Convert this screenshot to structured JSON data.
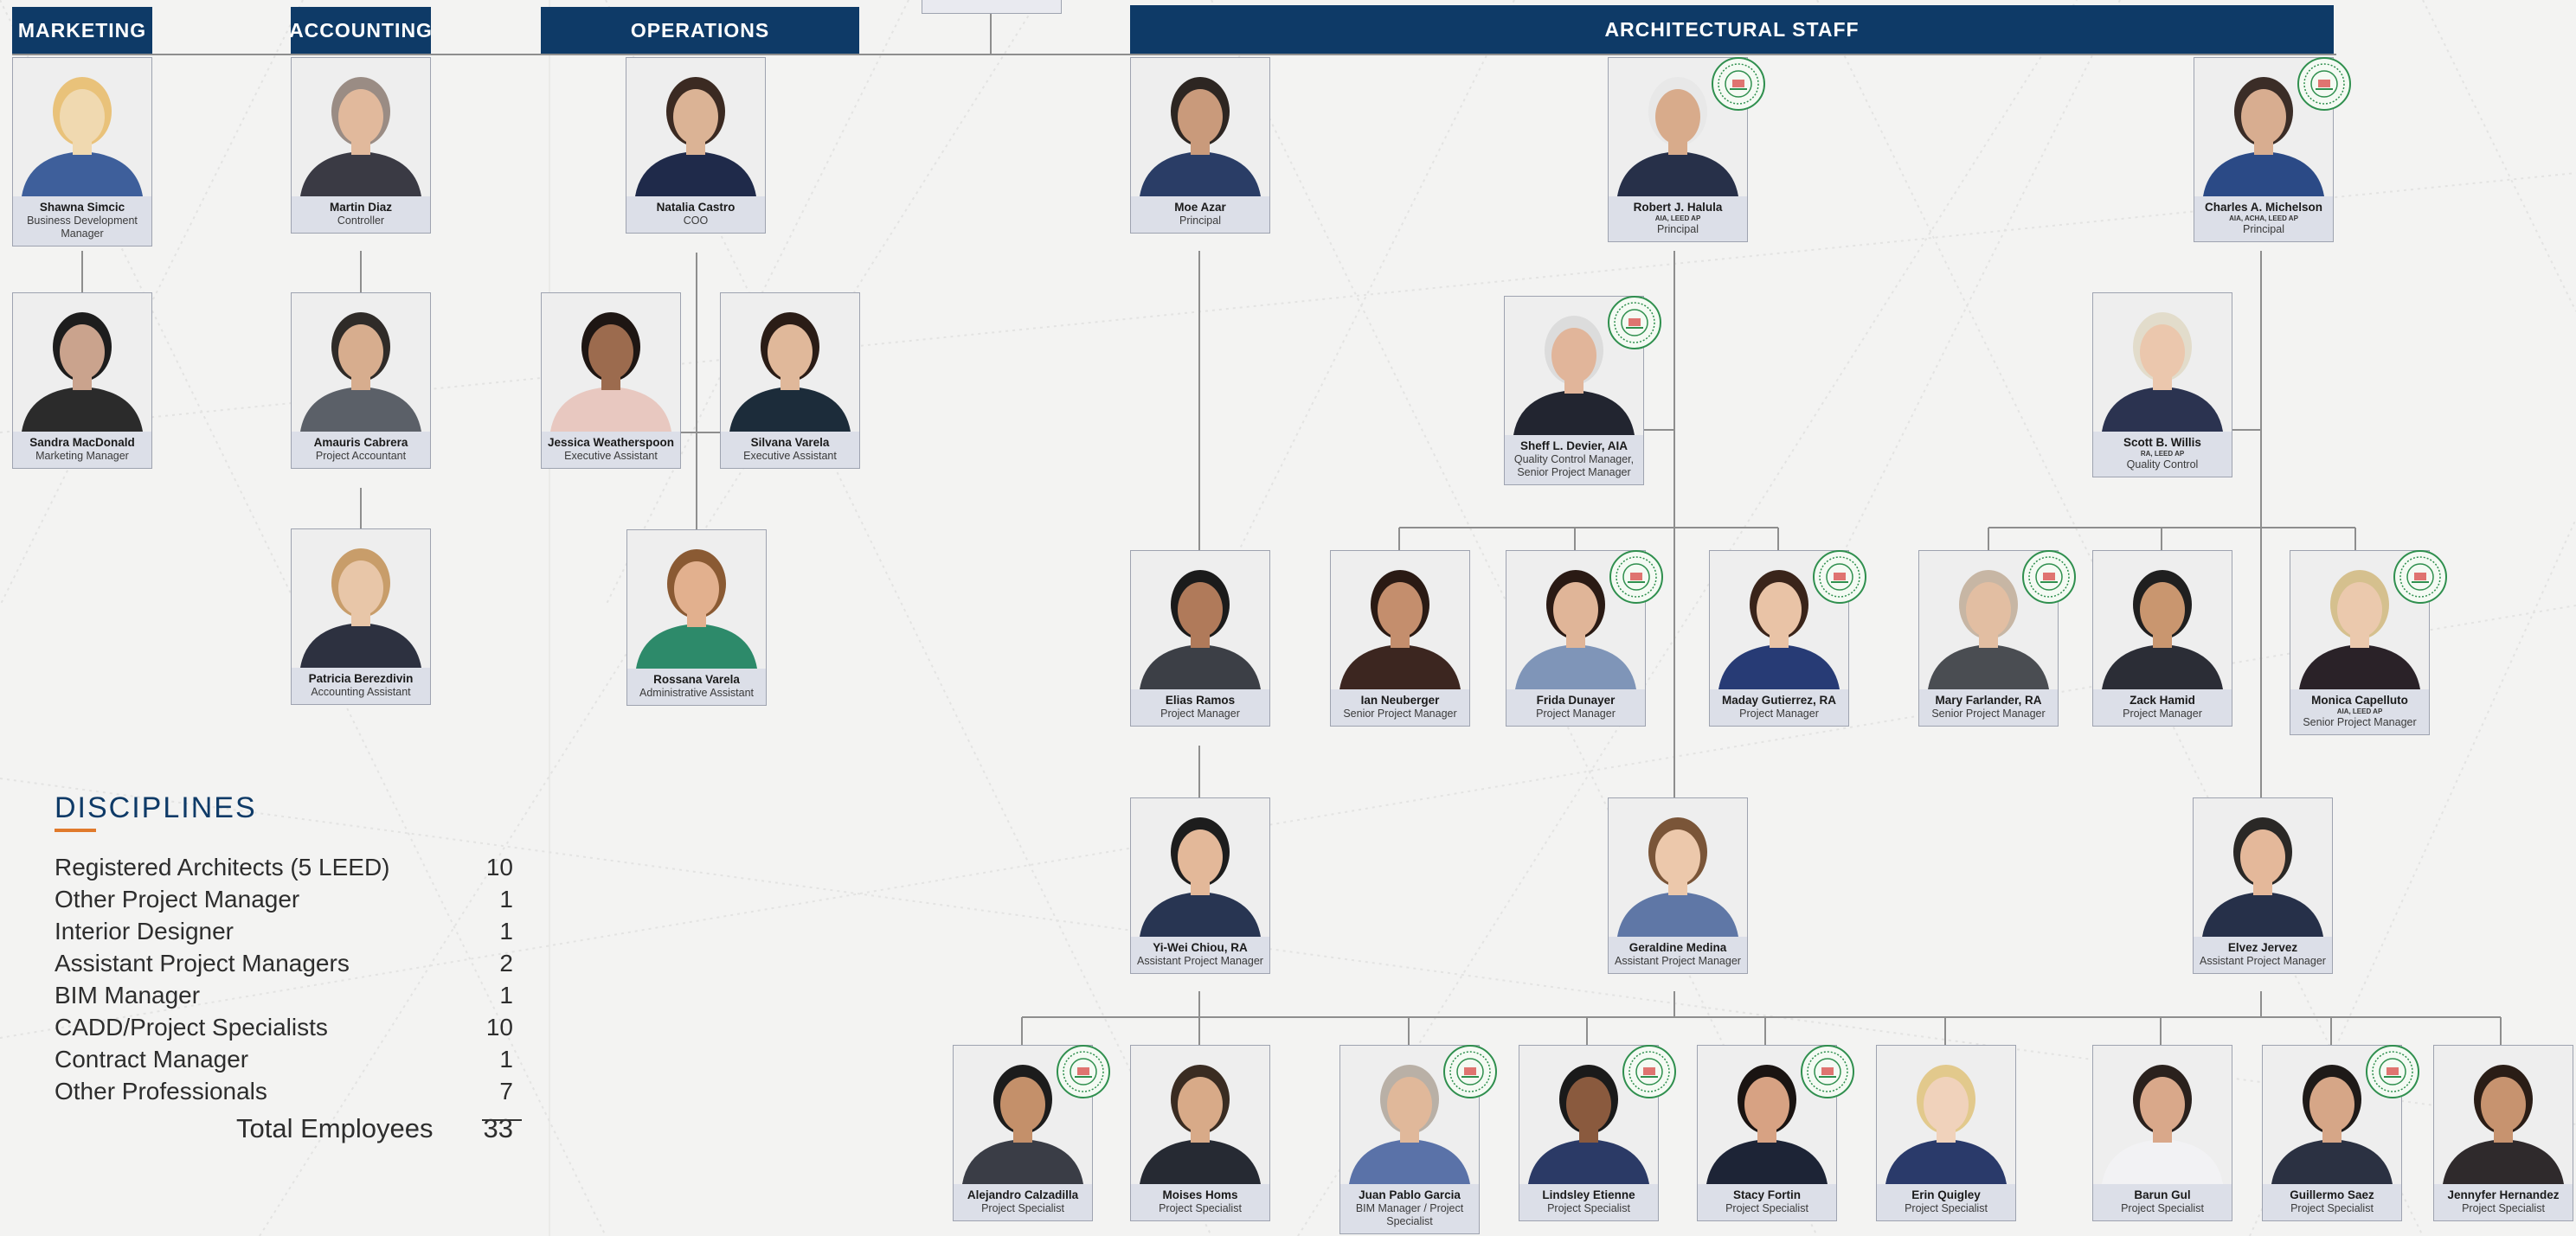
{
  "departments": {
    "marketing": "MARKETING",
    "accounting": "ACCOUNTING",
    "operations": "OPERATIONS",
    "architectural": "ARCHITECTURAL STAFF"
  },
  "people": [
    {
      "name": "Shawna Simcic",
      "title": "Business Development Manager",
      "cred": "",
      "seal": false
    },
    {
      "name": "Sandra MacDonald",
      "title": "Marketing Manager",
      "cred": "",
      "seal": false
    },
    {
      "name": "Martin Diaz",
      "title": "Controller",
      "cred": "",
      "seal": false
    },
    {
      "name": "Amauris Cabrera",
      "title": "Project Accountant",
      "cred": "",
      "seal": false
    },
    {
      "name": "Patricia Berezdivin",
      "title": "Accounting Assistant",
      "cred": "",
      "seal": false
    },
    {
      "name": "Natalia Castro",
      "title": "COO",
      "cred": "",
      "seal": false
    },
    {
      "name": "Jessica Weatherspoon",
      "title": "Executive Assistant",
      "cred": "",
      "seal": false
    },
    {
      "name": "Silvana Varela",
      "title": "Executive Assistant",
      "cred": "",
      "seal": false
    },
    {
      "name": "Rossana Varela",
      "title": "Administrative Assistant",
      "cred": "",
      "seal": false
    },
    {
      "name": "Moe Azar",
      "title": "Principal",
      "cred": "",
      "seal": false
    },
    {
      "name": "Robert J. Halula",
      "title": "Principal",
      "cred": "AIA, LEED AP",
      "seal": true
    },
    {
      "name": "Charles A. Michelson",
      "title": "Principal",
      "cred": "AIA, ACHA, LEED AP",
      "seal": true
    },
    {
      "name": "Sheff L. Devier, AIA",
      "title": "Quality Control Manager, Senior Project Manager",
      "cred": "",
      "seal": true
    },
    {
      "name": "Scott B. Willis",
      "title": "Quality Control",
      "cred": "RA, LEED AP",
      "seal": false
    },
    {
      "name": "Elias Ramos",
      "title": "Project Manager",
      "cred": "",
      "seal": false
    },
    {
      "name": "Ian Neuberger",
      "title": "Senior Project Manager",
      "cred": "",
      "seal": false
    },
    {
      "name": "Frida Dunayer",
      "title": "Project Manager",
      "cred": "",
      "seal": true
    },
    {
      "name": "Maday Gutierrez, RA",
      "title": "Project Manager",
      "cred": "",
      "seal": true
    },
    {
      "name": "Mary Farlander, RA",
      "title": "Senior Project Manager",
      "cred": "",
      "seal": true
    },
    {
      "name": "Zack Hamid",
      "title": "Project Manager",
      "cred": "",
      "seal": false
    },
    {
      "name": "Monica Capelluto",
      "title": "Senior Project Manager",
      "cred": "AIA, LEED AP",
      "seal": true
    },
    {
      "name": "Yi-Wei Chiou, RA",
      "title": "Assistant Project Manager",
      "cred": "",
      "seal": false
    },
    {
      "name": "Geraldine Medina",
      "title": "Assistant Project Manager",
      "cred": "",
      "seal": false
    },
    {
      "name": "Elvez Jervez",
      "title": "Assistant Project Manager",
      "cred": "",
      "seal": false
    },
    {
      "name": "Alejandro Calzadilla",
      "title": "Project Specialist",
      "cred": "",
      "seal": true
    },
    {
      "name": "Moises Homs",
      "title": "Project Specialist",
      "cred": "",
      "seal": false
    },
    {
      "name": "Juan Pablo Garcia",
      "title": "BIM Manager / Project Specialist",
      "cred": "",
      "seal": true
    },
    {
      "name": "Lindsley Etienne",
      "title": "Project Specialist",
      "cred": "",
      "seal": true
    },
    {
      "name": "Stacy Fortin",
      "title": "Project Specialist",
      "cred": "",
      "seal": true
    },
    {
      "name": "Erin Quigley",
      "title": "Project Specialist",
      "cred": "",
      "seal": false
    },
    {
      "name": "Barun Gul",
      "title": "Project Specialist",
      "cred": "",
      "seal": false
    },
    {
      "name": "Guillermo Saez",
      "title": "Project Specialist",
      "cred": "",
      "seal": true
    },
    {
      "name": "Jennyfer Hernandez",
      "title": "Project Specialist",
      "cred": "",
      "seal": false
    }
  ],
  "disciplines": {
    "title": "DISCIPLINES",
    "rows": [
      {
        "label": "Registered Architects (5 LEED)",
        "value": "10"
      },
      {
        "label": "Other Project Manager",
        "value": "1"
      },
      {
        "label": "Interior Designer",
        "value": "1"
      },
      {
        "label": "Assistant Project Managers",
        "value": "2"
      },
      {
        "label": "BIM Manager",
        "value": "1"
      },
      {
        "label": "CADD/Project Specialists",
        "value": "10"
      },
      {
        "label": "Contract Manager",
        "value": "1"
      },
      {
        "label": "Other Professionals",
        "value": "7"
      }
    ],
    "total_label": "Total Employees",
    "total_value": "33"
  },
  "colors": {
    "header": "#0e3a67",
    "card": "#dcdfe8",
    "accent": "#e07a2c",
    "line": "#8a8a8a",
    "seal": "#2f8f4e"
  }
}
